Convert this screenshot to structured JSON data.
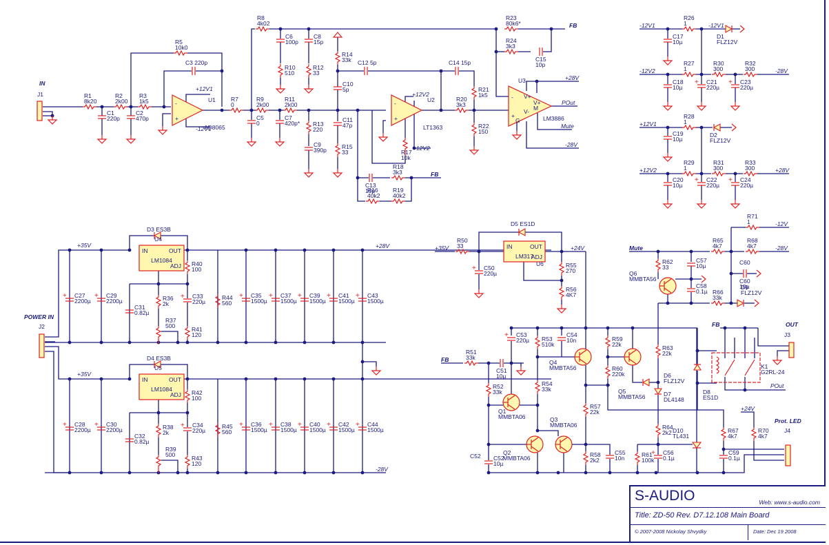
{
  "title_block": {
    "company": "S-AUDIO",
    "web": "Web: www.s-audio.com",
    "title": "Title: ZD-50 Rev. D7.12.108   Main Board",
    "copyright": "© 2007-2008 Nickolay Shvydky",
    "date": "Date:   Dec 19 2008"
  },
  "nets": {
    "in": "IN",
    "fb": "FB",
    "pout": "POut",
    "mute": "Mute",
    "out": "OUT",
    "power_in": "POWER IN",
    "prot_led": "Prot. LED",
    "p35": "+35V",
    "p28": "+28V",
    "n28": "-28V",
    "p24": "+24V",
    "p12v1": "+12V1",
    "n12v1": "-12V1",
    "p12v2": "+12V2",
    "n12v2": "-12V2",
    "n12": "-12V"
  },
  "connectors": {
    "J1": "J1",
    "J2": "J2",
    "J3": "J3",
    "J4": "J4"
  },
  "ics": {
    "U1": {
      "ref": "U1",
      "part": "AD8065"
    },
    "U2": {
      "ref": "U2",
      "part": "LT1363"
    },
    "U3": {
      "ref": "U3",
      "part": "LM3886"
    },
    "U4": {
      "ref": "U4",
      "part": "LM1084"
    },
    "U5": {
      "ref": "U5",
      "part": "LM1084"
    },
    "U6": {
      "ref": "U6",
      "part": "LM317"
    },
    "K1": {
      "ref": "K1",
      "part": "G2RL-24"
    }
  },
  "resistors": [
    {
      "ref": "R1",
      "val": "8k20"
    },
    {
      "ref": "R2",
      "val": "2k00"
    },
    {
      "ref": "R3",
      "val": "1k5"
    },
    {
      "ref": "R5",
      "val": "10k0"
    },
    {
      "ref": "R7",
      "val": "0"
    },
    {
      "ref": "R8",
      "val": "4k02"
    },
    {
      "ref": "R9",
      "val": "2k00"
    },
    {
      "ref": "R10",
      "val": "510"
    },
    {
      "ref": "R11",
      "val": "2k00"
    },
    {
      "ref": "R12",
      "val": "33"
    },
    {
      "ref": "R13",
      "val": "220"
    },
    {
      "ref": "R14",
      "val": "33k"
    },
    {
      "ref": "R15",
      "val": "33"
    },
    {
      "ref": "R16",
      "val": "40k2"
    },
    {
      "ref": "R17",
      "val": "10k"
    },
    {
      "ref": "R18",
      "val": "3k3"
    },
    {
      "ref": "R19",
      "val": "40k2"
    },
    {
      "ref": "R20",
      "val": "3k3"
    },
    {
      "ref": "R21",
      "val": "1k5"
    },
    {
      "ref": "R22",
      "val": "150"
    },
    {
      "ref": "R23",
      "val": "80k6*"
    },
    {
      "ref": "R24",
      "val": "3k3"
    },
    {
      "ref": "R26",
      "val": "1"
    },
    {
      "ref": "R27",
      "val": "1"
    },
    {
      "ref": "R28",
      "val": "1"
    },
    {
      "ref": "R29",
      "val": "1"
    },
    {
      "ref": "R30",
      "val": "300"
    },
    {
      "ref": "R31",
      "val": "300"
    },
    {
      "ref": "R32",
      "val": "300"
    },
    {
      "ref": "R33",
      "val": "300"
    },
    {
      "ref": "R36",
      "val": "2k"
    },
    {
      "ref": "R37",
      "val": "500"
    },
    {
      "ref": "R38",
      "val": "2k"
    },
    {
      "ref": "R39",
      "val": "500"
    },
    {
      "ref": "R40",
      "val": "100"
    },
    {
      "ref": "R41",
      "val": "120"
    },
    {
      "ref": "R42",
      "val": "100"
    },
    {
      "ref": "R43",
      "val": "120"
    },
    {
      "ref": "R44",
      "val": "560"
    },
    {
      "ref": "R45",
      "val": "560"
    },
    {
      "ref": "R50",
      "val": "33"
    },
    {
      "ref": "R51",
      "val": "33k"
    },
    {
      "ref": "R52",
      "val": "33k"
    },
    {
      "ref": "R53",
      "val": "510k"
    },
    {
      "ref": "R54",
      "val": "33k"
    },
    {
      "ref": "R55",
      "val": "270"
    },
    {
      "ref": "R56",
      "val": "4K7"
    },
    {
      "ref": "R57",
      "val": "22k"
    },
    {
      "ref": "R58",
      "val": "2k2"
    },
    {
      "ref": "R59",
      "val": "22k"
    },
    {
      "ref": "R60",
      "val": "220k"
    },
    {
      "ref": "R61",
      "val": "100k"
    },
    {
      "ref": "R62",
      "val": "33"
    },
    {
      "ref": "R63",
      "val": "22k"
    },
    {
      "ref": "R64",
      "val": "2k2"
    },
    {
      "ref": "R65",
      "val": "4k7"
    },
    {
      "ref": "R66",
      "val": "33k"
    },
    {
      "ref": "R67",
      "val": "4k7"
    },
    {
      "ref": "R68",
      "val": "4k7"
    },
    {
      "ref": "R70",
      "val": "4k7"
    },
    {
      "ref": "R71",
      "val": "1"
    }
  ],
  "capacitors": [
    {
      "ref": "C1",
      "val": "220p"
    },
    {
      "ref": "C2",
      "val": "470p"
    },
    {
      "ref": "C3",
      "val": "220p"
    },
    {
      "ref": "C5",
      "val": "0"
    },
    {
      "ref": "C6",
      "val": "100p"
    },
    {
      "ref": "C7",
      "val": "420p*"
    },
    {
      "ref": "C8",
      "val": "15p"
    },
    {
      "ref": "C9",
      "val": "390p"
    },
    {
      "ref": "C10",
      "val": "5p"
    },
    {
      "ref": "C11",
      "val": "47p"
    },
    {
      "ref": "C12",
      "val": "5p"
    },
    {
      "ref": "C13",
      "val": "10p"
    },
    {
      "ref": "C14",
      "val": "15p"
    },
    {
      "ref": "C15",
      "val": "10p"
    },
    {
      "ref": "C17",
      "val": "10µ"
    },
    {
      "ref": "C18",
      "val": "10µ"
    },
    {
      "ref": "C19",
      "val": "10µ"
    },
    {
      "ref": "C20",
      "val": "10µ"
    },
    {
      "ref": "C21",
      "val": "220µ"
    },
    {
      "ref": "C22",
      "val": "220µ"
    },
    {
      "ref": "C23",
      "val": "220µ"
    },
    {
      "ref": "C24",
      "val": "220µ"
    },
    {
      "ref": "C27",
      "val": "2200µ"
    },
    {
      "ref": "C28",
      "val": "2200µ"
    },
    {
      "ref": "C29",
      "val": "2200µ"
    },
    {
      "ref": "C30",
      "val": "2200µ"
    },
    {
      "ref": "C31",
      "val": "0.82µ"
    },
    {
      "ref": "C32",
      "val": "0.82µ"
    },
    {
      "ref": "C33",
      "val": "220µ"
    },
    {
      "ref": "C34",
      "val": "220µ"
    },
    {
      "ref": "C35",
      "val": "1500µ"
    },
    {
      "ref": "C36",
      "val": "1500µ"
    },
    {
      "ref": "C37",
      "val": "1500µ"
    },
    {
      "ref": "C38",
      "val": "1500µ"
    },
    {
      "ref": "C39",
      "val": "1500µ"
    },
    {
      "ref": "C40",
      "val": "1500µ"
    },
    {
      "ref": "C41",
      "val": "1500µ"
    },
    {
      "ref": "C42",
      "val": "1500µ"
    },
    {
      "ref": "C43",
      "val": "1500µ"
    },
    {
      "ref": "C44",
      "val": "1500µ"
    },
    {
      "ref": "C50",
      "val": "220µ"
    },
    {
      "ref": "C51",
      "val": "10µ"
    },
    {
      "ref": "C52",
      "val": "10µ"
    },
    {
      "ref": "C53",
      "val": "220µ"
    },
    {
      "ref": "C54",
      "val": "10n"
    },
    {
      "ref": "C55",
      "val": "10n"
    },
    {
      "ref": "C56",
      "val": "0.1µ"
    },
    {
      "ref": "C57",
      "val": "10µ"
    },
    {
      "ref": "C58",
      "val": "0.1µ"
    },
    {
      "ref": "C59",
      "val": "0.1µ"
    },
    {
      "ref": "C60",
      "val": "10µ"
    }
  ],
  "semis": [
    {
      "ref": "D1",
      "val": "FLZ12V"
    },
    {
      "ref": "D2",
      "val": "FLZ12V"
    },
    {
      "ref": "D3",
      "val": "ES3B"
    },
    {
      "ref": "D4",
      "val": "ES3B"
    },
    {
      "ref": "D5",
      "val": "ES1D"
    },
    {
      "ref": "D6",
      "val": "FLZ12V"
    },
    {
      "ref": "D7",
      "val": "DL4148"
    },
    {
      "ref": "D8",
      "val": "ES1D"
    },
    {
      "ref": "D9",
      "val": "FLZ12V"
    },
    {
      "ref": "D10",
      "val": "TL431"
    },
    {
      "ref": "Q1",
      "val": "MMBTA06"
    },
    {
      "ref": "Q2",
      "val": "MMBTA06"
    },
    {
      "ref": "Q3",
      "val": "MMBTA06"
    },
    {
      "ref": "Q4",
      "val": "MMBTA56"
    },
    {
      "ref": "Q5",
      "val": "MMBTA56"
    },
    {
      "ref": "Q6",
      "val": "MMBTA56"
    }
  ],
  "pin_labels": {
    "in": "IN",
    "out": "OUT",
    "adj": "ADJ",
    "vplus": "V+",
    "vminus": "V-",
    "m": "M",
    "g": "G"
  }
}
